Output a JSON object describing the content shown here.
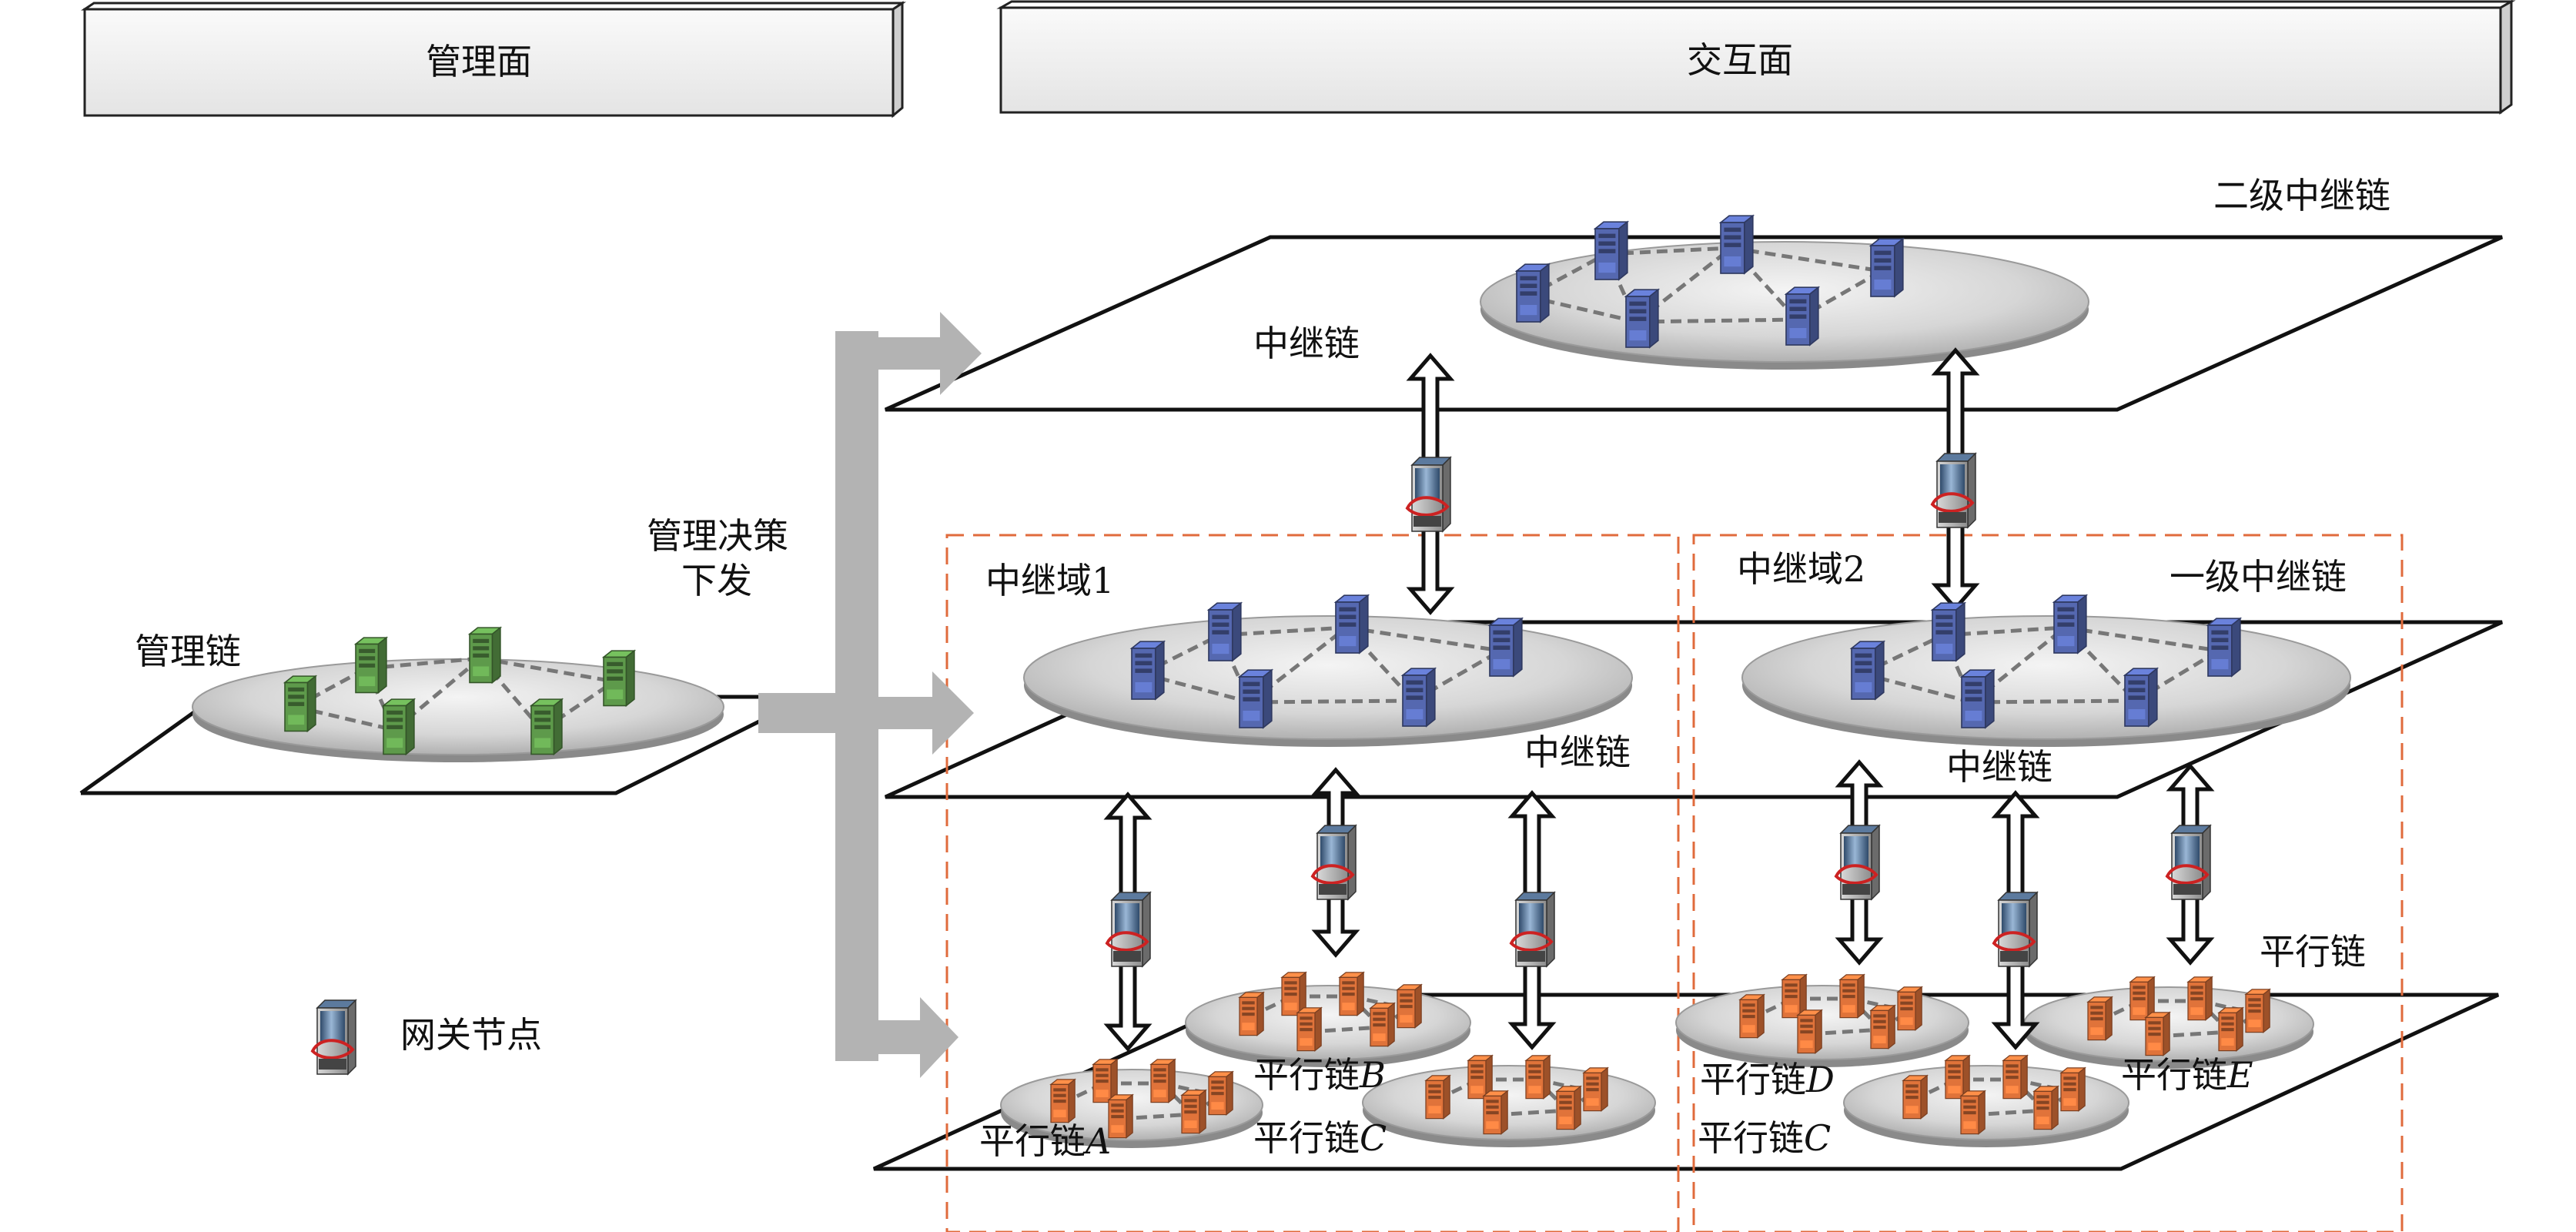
{
  "headers": {
    "management_plane": "管理面",
    "interaction_plane": "交互面"
  },
  "labels": {
    "management_chain": "管理链",
    "decision": [
      "管理决策",
      "下发"
    ],
    "second_relay": "二级中继链",
    "first_relay": "一级中继链",
    "relay_chain": "中继链",
    "relay_domain_1": "中继域1",
    "relay_domain_2": "中继域2",
    "parallel_chain": "平行链",
    "gateway_legend": "网关节点"
  },
  "parallel_chains": [
    {
      "prefix": "平行链",
      "letter": "A"
    },
    {
      "prefix": "平行链",
      "letter": "B"
    },
    {
      "prefix": "平行链",
      "letter": "C"
    },
    {
      "prefix": "平行链",
      "letter": "D"
    },
    {
      "prefix": "平行链",
      "letter": "E"
    },
    {
      "prefix": "平行链",
      "letter": "C"
    }
  ],
  "colors": {
    "management_node": "#5e9a4b",
    "relay_node": "#5568b0",
    "parallel_node": "#e0733a",
    "domain_border": "#e06b3c",
    "arrow_gray": "#b3b3b3",
    "platform_gray": "#cfcfcf"
  },
  "icons": [
    "server-icon",
    "gateway-node-icon",
    "block-arrow-icon"
  ]
}
